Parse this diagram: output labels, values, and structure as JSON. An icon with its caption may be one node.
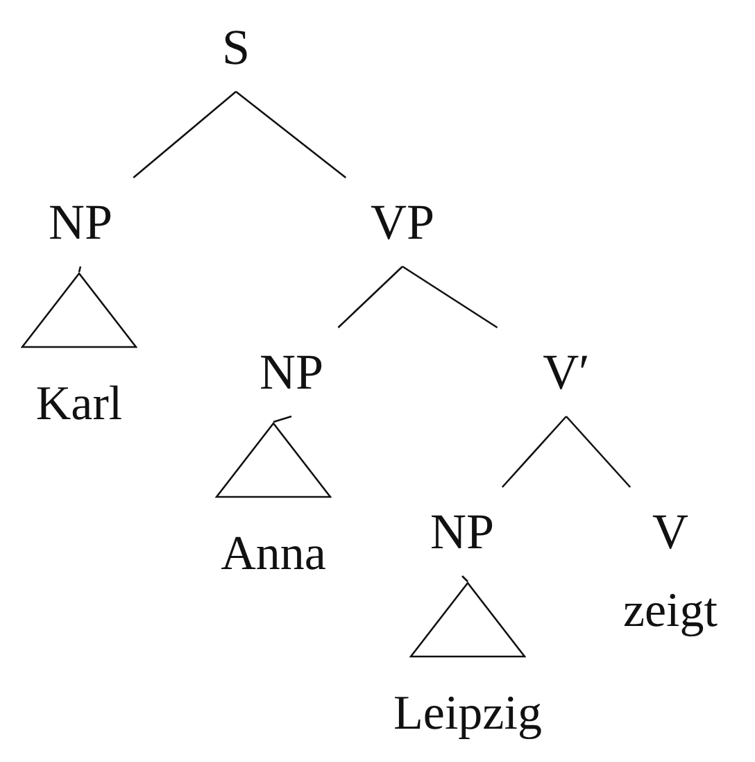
{
  "diagram": {
    "nodes": [
      {
        "text": [
          "S"
        ]
      },
      {
        "text": [
          "NP"
        ]
      },
      {
        "text": [
          "VP"
        ]
      },
      {
        "text": [
          "Karl"
        ]
      },
      {
        "text": [
          "NP"
        ]
      },
      {
        "text": [
          "V′"
        ]
      },
      {
        "text": [
          "Anna"
        ]
      },
      {
        "text": [
          "NP"
        ]
      },
      {
        "text": [
          "V",
          "zeigt"
        ]
      },
      {
        "text": [
          "Leipzig"
        ]
      }
    ],
    "edges": [
      {
        "from": 0,
        "to": 1,
        "arrow": "none"
      },
      {
        "from": 0,
        "to": 2,
        "arrow": "none"
      },
      {
        "from": 1,
        "to": 3,
        "arrow": "none"
      },
      {
        "from": 2,
        "to": 4,
        "arrow": "none"
      },
      {
        "from": 2,
        "to": 5,
        "arrow": "none"
      },
      {
        "from": 4,
        "to": 6,
        "arrow": "none"
      },
      {
        "from": 5,
        "to": 7,
        "arrow": "none"
      },
      {
        "from": 5,
        "to": 8,
        "arrow": "none"
      },
      {
        "from": 7,
        "to": 9,
        "arrow": "none"
      }
    ]
  }
}
